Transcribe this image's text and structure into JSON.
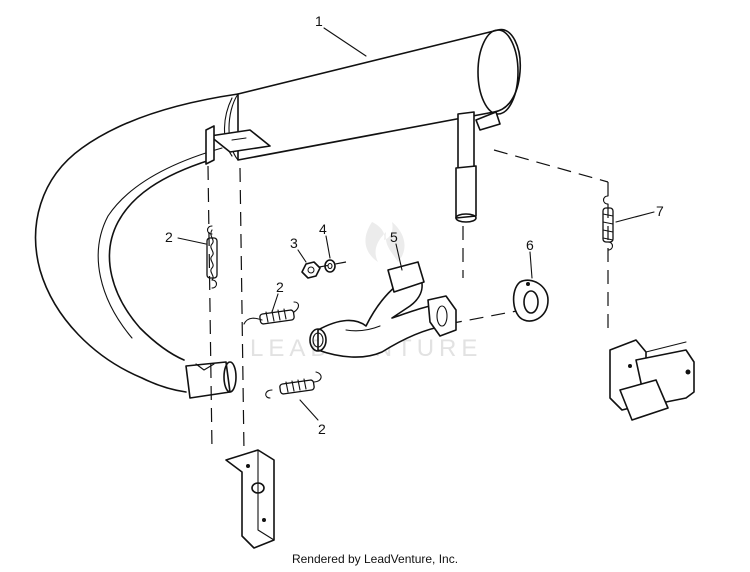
{
  "watermark": "LEADVENTURE",
  "credit": "Rendered by LeadVenture, Inc.",
  "callouts": {
    "c1": "1",
    "c2a": "2",
    "c2b": "2",
    "c2c": "2",
    "c3": "3",
    "c4": "4",
    "c5": "5",
    "c6": "6",
    "c7": "7"
  }
}
